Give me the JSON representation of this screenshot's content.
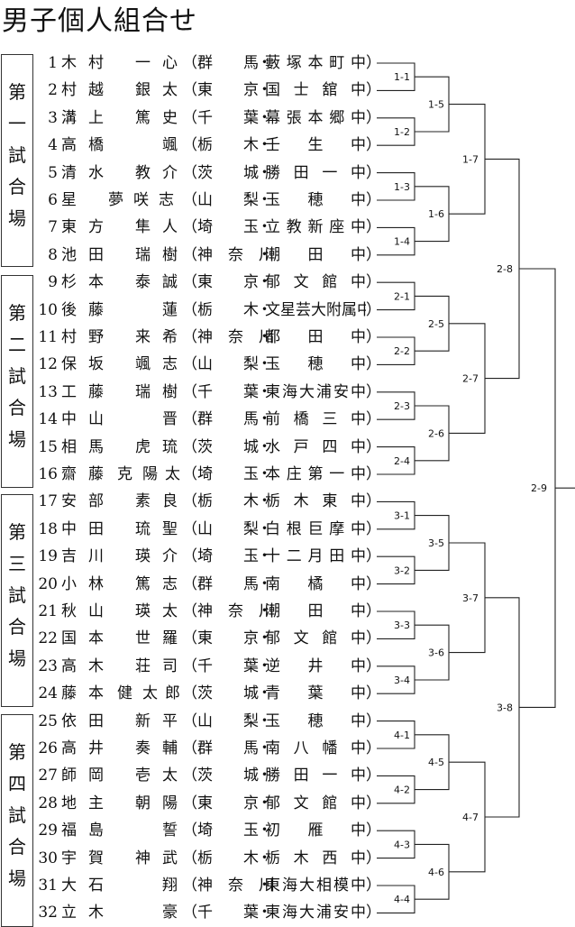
{
  "title": "男子個人組合せ",
  "venues": [
    {
      "label": "第\n一\n試\n合\n場"
    },
    {
      "label": "第\n二\n試\n合\n場"
    },
    {
      "label": "第\n三\n試\n合\n場"
    },
    {
      "label": "第\n四\n試\n合\n場"
    }
  ],
  "entries": [
    {
      "no": "1",
      "name": [
        "木",
        "村",
        "一",
        "心"
      ],
      "pref": "群　　馬",
      "school": "藪塚本町中"
    },
    {
      "no": "2",
      "name": [
        "村",
        "越",
        "銀",
        "太"
      ],
      "pref": "東　　京",
      "school": "国　士　舘　中"
    },
    {
      "no": "3",
      "name": [
        "溝",
        "上",
        "篤",
        "史"
      ],
      "pref": "千　　葉",
      "school": "幕張本郷中"
    },
    {
      "no": "4",
      "name": [
        "高",
        "橋",
        "",
        "颯"
      ],
      "pref": "栃　　木",
      "school": "壬　　生　　中"
    },
    {
      "no": "5",
      "name": [
        "清",
        "水",
        "教",
        "介"
      ],
      "pref": "茨　　城",
      "school": "勝　田　一　中"
    },
    {
      "no": "6",
      "name": [
        "星",
        "",
        "夢",
        "咲",
        "志"
      ],
      "pref": "山　　梨",
      "school": "玉　　穂　　中"
    },
    {
      "no": "7",
      "name": [
        "東",
        "方",
        "隼",
        "人"
      ],
      "pref": "埼　　玉",
      "school": "立教新座中"
    },
    {
      "no": "8",
      "name": [
        "池",
        "田",
        "瑞",
        "樹"
      ],
      "pref": "神　奈　川",
      "school": "潮　　田　　中"
    },
    {
      "no": "9",
      "name": [
        "杉",
        "本",
        "泰",
        "誠"
      ],
      "pref": "東　　京",
      "school": "郁　文　館　中"
    },
    {
      "no": "10",
      "name": [
        "後",
        "藤",
        "",
        "蓮"
      ],
      "pref": "栃　　木",
      "school": "文星芸大附属中"
    },
    {
      "no": "11",
      "name": [
        "村",
        "野",
        "来",
        "希"
      ],
      "pref": "神　奈　川",
      "school": "都　　田　　中"
    },
    {
      "no": "12",
      "name": [
        "保",
        "坂",
        "颯",
        "志"
      ],
      "pref": "山　　梨",
      "school": "玉　　穂　　中"
    },
    {
      "no": "13",
      "name": [
        "工",
        "藤",
        "瑞",
        "樹"
      ],
      "pref": "千　　葉",
      "school": "東海大浦安中"
    },
    {
      "no": "14",
      "name": [
        "中",
        "山",
        "",
        "晋"
      ],
      "pref": "群　　馬",
      "school": "前　橋　三　中"
    },
    {
      "no": "15",
      "name": [
        "相",
        "馬",
        "虎",
        "琉"
      ],
      "pref": "茨　　城",
      "school": "水　戸　四　中"
    },
    {
      "no": "16",
      "name": [
        "齋",
        "藤",
        "克",
        "陽",
        "太"
      ],
      "pref": "埼　　玉",
      "school": "本庄第一中"
    },
    {
      "no": "17",
      "name": [
        "安",
        "部",
        "素",
        "良"
      ],
      "pref": "栃　　木",
      "school": "栃　木　東　中"
    },
    {
      "no": "18",
      "name": [
        "中",
        "田",
        "琉",
        "聖"
      ],
      "pref": "山　　梨",
      "school": "白根巨摩中"
    },
    {
      "no": "19",
      "name": [
        "吉",
        "川",
        "瑛",
        "介"
      ],
      "pref": "埼　　玉",
      "school": "十二月田中"
    },
    {
      "no": "20",
      "name": [
        "小",
        "林",
        "篤",
        "志"
      ],
      "pref": "群　　馬",
      "school": "南　　橘　　中"
    },
    {
      "no": "21",
      "name": [
        "秋",
        "山",
        "瑛",
        "太"
      ],
      "pref": "神　奈　川",
      "school": "潮　　田　　中"
    },
    {
      "no": "22",
      "name": [
        "国",
        "本",
        "世",
        "羅"
      ],
      "pref": "東　　京",
      "school": "郁　文　館　中"
    },
    {
      "no": "23",
      "name": [
        "高",
        "木",
        "荘",
        "司"
      ],
      "pref": "千　　葉",
      "school": "逆　　井　　中"
    },
    {
      "no": "24",
      "name": [
        "藤",
        "本",
        "健",
        "太",
        "郎"
      ],
      "pref": "茨　　城",
      "school": "青　　葉　　中"
    },
    {
      "no": "25",
      "name": [
        "依",
        "田",
        "新",
        "平"
      ],
      "pref": "山　　梨",
      "school": "玉　　穂　　中"
    },
    {
      "no": "26",
      "name": [
        "高",
        "井",
        "奏",
        "輔"
      ],
      "pref": "群　　馬",
      "school": "南　八　幡　中"
    },
    {
      "no": "27",
      "name": [
        "師",
        "岡",
        "壱",
        "太"
      ],
      "pref": "茨　　城",
      "school": "勝　田　一　中"
    },
    {
      "no": "28",
      "name": [
        "地",
        "主",
        "朝",
        "陽"
      ],
      "pref": "東　　京",
      "school": "郁　文　館　中"
    },
    {
      "no": "29",
      "name": [
        "福",
        "島",
        "",
        "誓"
      ],
      "pref": "埼　　玉",
      "school": "初　　雁　　中"
    },
    {
      "no": "30",
      "name": [
        "宇",
        "賀",
        "神",
        "武"
      ],
      "pref": "栃　　木",
      "school": "栃　木　西　中"
    },
    {
      "no": "31",
      "name": [
        "大",
        "石",
        "",
        "翔"
      ],
      "pref": "神　奈　川",
      "school": "東海大相模中"
    },
    {
      "no": "32",
      "name": [
        "立",
        "木",
        "",
        "豪"
      ],
      "pref": "千　　葉",
      "school": "東海大浦安中"
    }
  ],
  "matches": {
    "r1": [
      "1-1",
      "1-2",
      "1-3",
      "1-4",
      "2-1",
      "2-2",
      "2-3",
      "2-4",
      "3-1",
      "3-2",
      "3-3",
      "3-4",
      "4-1",
      "4-2",
      "4-3",
      "4-4"
    ],
    "r2": [
      "1-5",
      "1-6",
      "2-5",
      "2-6",
      "3-5",
      "3-6",
      "4-5",
      "4-6"
    ],
    "r3": [
      "1-7",
      "2-7",
      "3-7",
      "4-7"
    ],
    "r4": [
      "2-8",
      "3-8"
    ],
    "final": "2-9"
  }
}
